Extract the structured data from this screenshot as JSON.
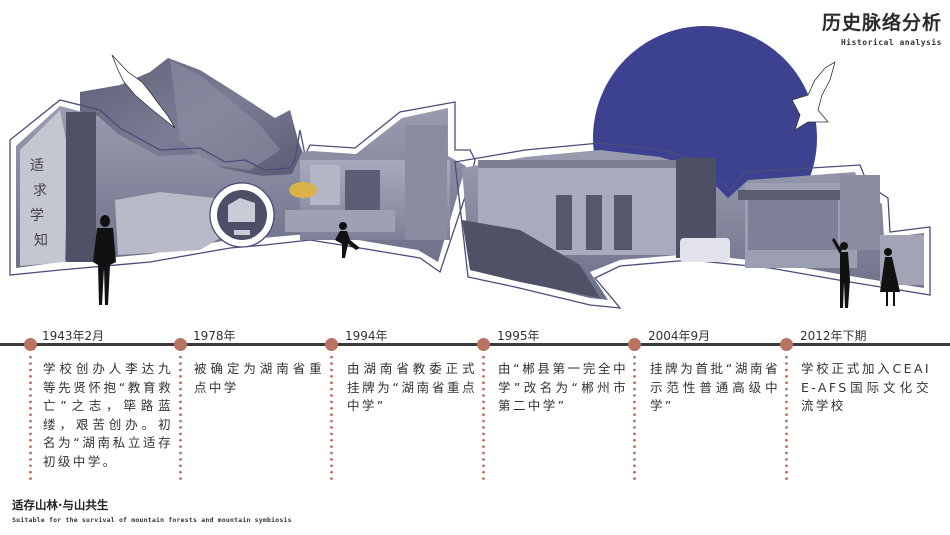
{
  "header": {
    "title": "历史脉络分析",
    "subtitle": "Historical analysis"
  },
  "colors": {
    "accent": "#b87362",
    "line": "#3b3b3b",
    "sun": "#3d4290",
    "photo_tint": "#6a6c86",
    "outline": "#4a4d7a"
  },
  "collage": {
    "scenes": [
      "calligraphy-rock",
      "mountain",
      "school-emblem",
      "school-gate",
      "auditorium",
      "main-gate"
    ],
    "figures": [
      "standing-person",
      "running-child",
      "pointing-man",
      "woman-with-bicycle"
    ],
    "birds": [
      "eagle-left",
      "eagle-right"
    ]
  },
  "timeline": {
    "events": [
      {
        "year": "1943年2月",
        "text": "学校创办人李达九等先贤怀抱“教育救亡”之志，筚路蓝缕，艰苦创办。初名为“湖南私立适存初级中学。"
      },
      {
        "year": "1978年",
        "text": "被确定为湖南省重点中学"
      },
      {
        "year": "1994年",
        "text": "由湖南省教委正式挂牌为“湖南省重点中学”"
      },
      {
        "year": "1995年",
        "text": "由“郴县第一完全中学”改名为“郴州市第二中学”"
      },
      {
        "year": "2004年9月",
        "text": "挂牌为首批“湖南省示范性普通高级中学”"
      },
      {
        "year": "2012年下期",
        "text": "学校正式加入CEAIE-AFS国际文化交流学校"
      }
    ]
  },
  "footer": {
    "title": "适存山林·与山共生",
    "subtitle": "Suitable for the survival of mountain forests and mountain symbiosis"
  }
}
